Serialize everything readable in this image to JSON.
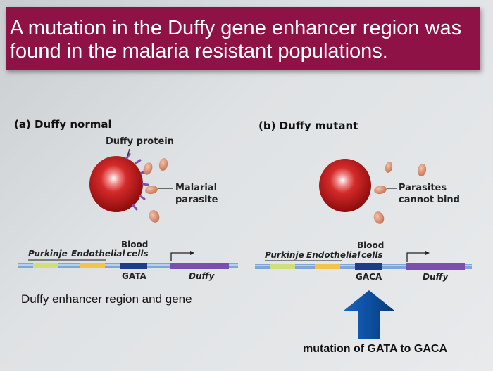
{
  "title": {
    "line1": "A mutation in the Duffy gene enhancer region was",
    "line2": "found in the malaria resistant populations."
  },
  "panel_a": {
    "heading": "(a) Duffy normal",
    "protein_label": "Duffy protein",
    "parasite_label_1": "Malarial",
    "parasite_label_2": "parasite",
    "blood_label": "Blood",
    "purkinje_label": "Purkinje",
    "endothelial_label": "Endothelial",
    "cells_label": "cells",
    "site_label": "GATA",
    "gene_label": "Duffy"
  },
  "panel_b": {
    "heading": "(b) Duffy mutant",
    "parasite_label_1": "Parasites",
    "parasite_label_2": "cannot bind",
    "blood_label": "Blood",
    "purkinje_label": "Purkinje",
    "endothelial_label": "Endothelial",
    "cells_label": "cells",
    "site_label": "GACA",
    "gene_label": "Duffy"
  },
  "captions": {
    "enhancer": "Duffy enhancer region and gene",
    "mutation": "mutation of GATA to GACA"
  },
  "colors": {
    "banner": "#8e1246",
    "cell_red": "#c41a1a",
    "parasite": "#d4836a",
    "arrow": "#0d4fa0",
    "gene_purple": "#7b4fb0"
  }
}
